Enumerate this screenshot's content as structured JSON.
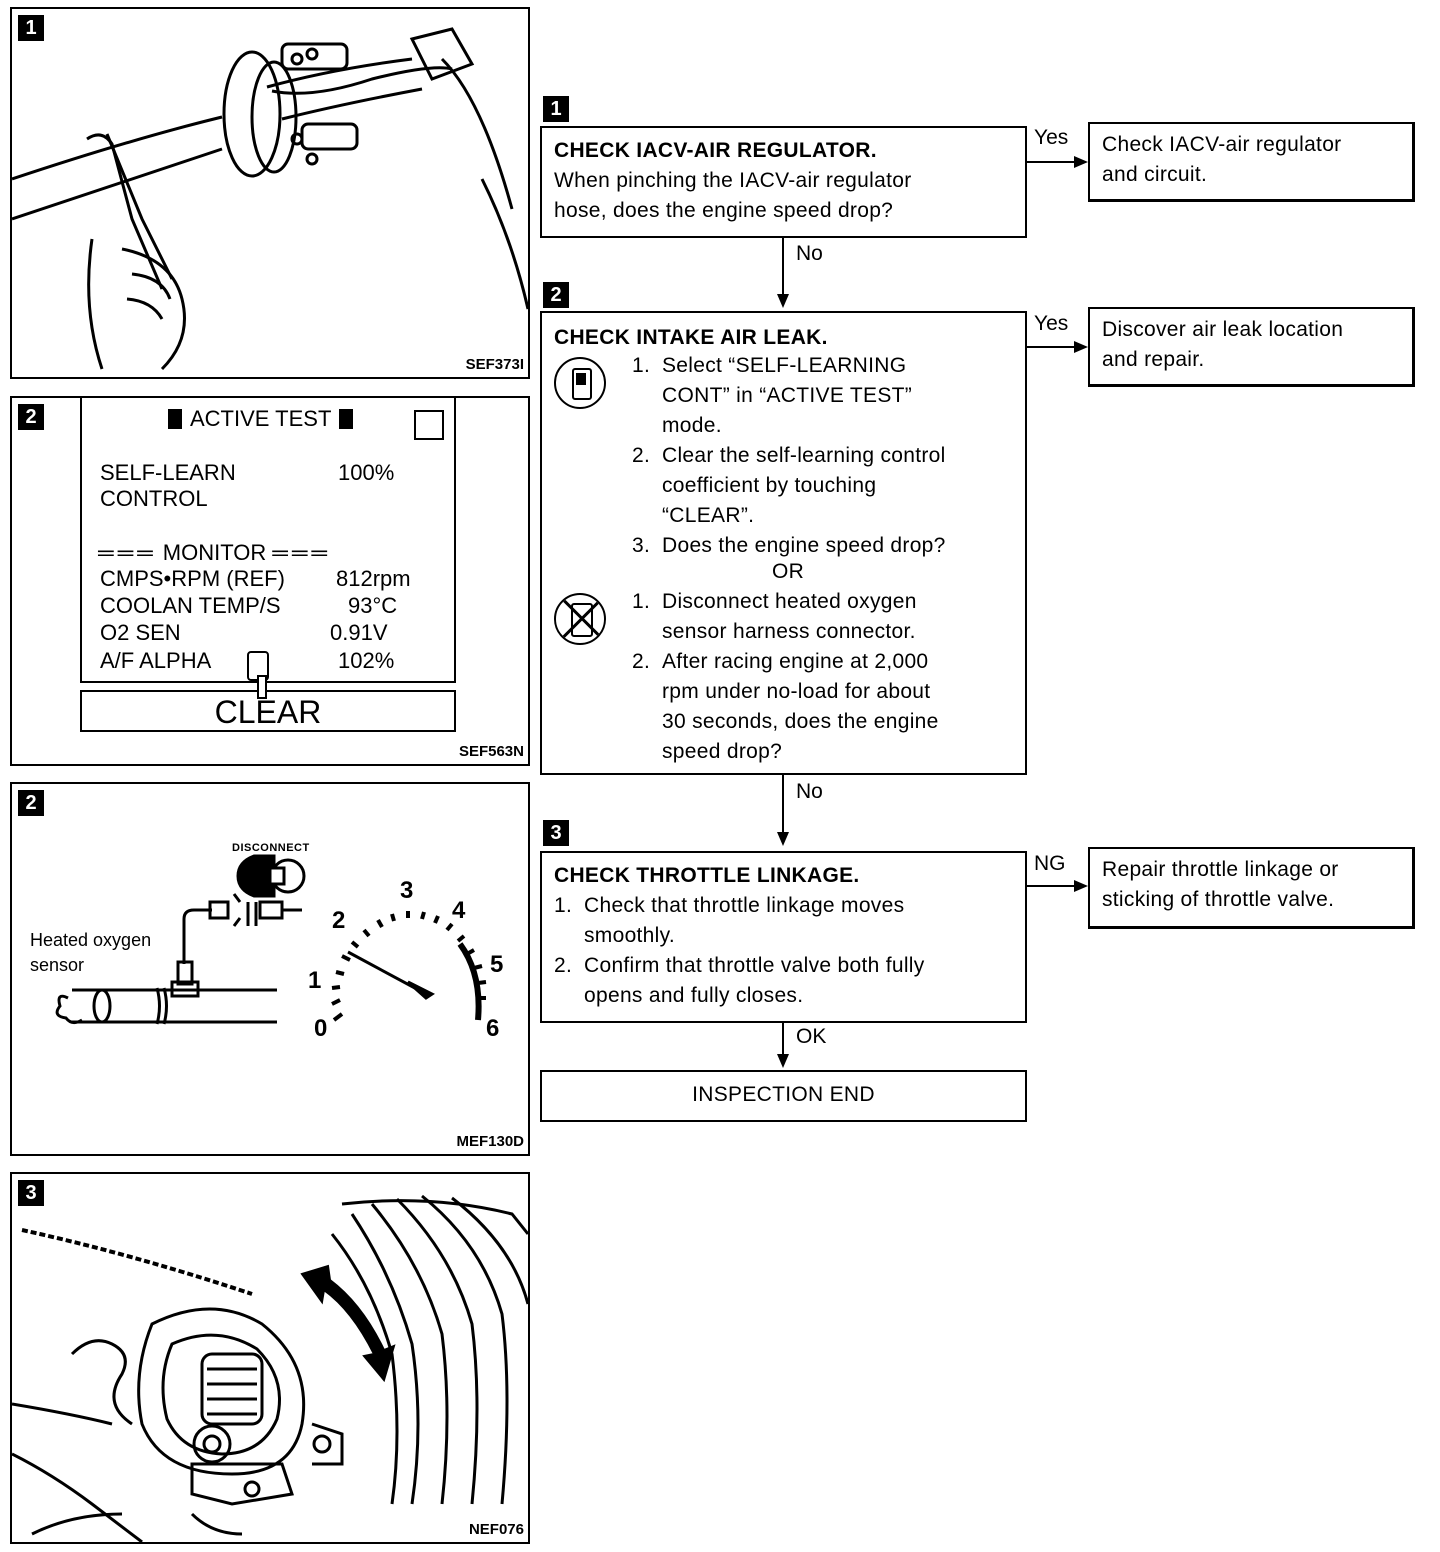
{
  "figures": [
    {
      "tag": "1",
      "code": "SEF373I"
    },
    {
      "tag": "2",
      "code": "SEF563N",
      "screen": {
        "title": "ACTIVE TEST",
        "rows1": [
          {
            "label": "SELF-LEARN",
            "value": "100%"
          },
          {
            "label": "CONTROL",
            "value": ""
          }
        ],
        "monitor": "MONITOR",
        "rows2": [
          {
            "label": "CMPS•RPM (REF)",
            "value": "812rpm"
          },
          {
            "label": "COOLAN TEMP/S",
            "value": "93°C"
          },
          {
            "label": "O2 SEN",
            "value": "0.91V"
          },
          {
            "label": "A/F ALPHA",
            "value": "102%"
          }
        ],
        "button": "CLEAR"
      }
    },
    {
      "tag": "2",
      "code": "MEF130D",
      "disconnect": "DISCONNECT",
      "sensor_line1": "Heated oxygen",
      "sensor_line2": "sensor",
      "gauge_numbers": [
        "0",
        "1",
        "2",
        "3",
        "4",
        "5",
        "6"
      ]
    },
    {
      "tag": "3",
      "code": "NEF076"
    }
  ],
  "flow": {
    "step1": {
      "tag": "1",
      "title": "CHECK IACV-AIR REGULATOR.",
      "line1": "When pinching the IACV-air regulator",
      "line2": "hose, does the engine speed drop?",
      "yes_label": "Yes",
      "yes_result_1": "Check IACV-air regulator",
      "yes_result_2": "and circuit.",
      "no_label": "No"
    },
    "step2": {
      "tag": "2",
      "title": "CHECK INTAKE AIR LEAK.",
      "a_items": [
        {
          "n": "1.",
          "lines": [
            "Select “SELF-LEARNING",
            "CONT” in “ACTIVE TEST”",
            "mode."
          ]
        },
        {
          "n": "2.",
          "lines": [
            "Clear the self-learning control",
            "coefficient by touching",
            "“CLEAR”."
          ]
        },
        {
          "n": "3.",
          "lines": [
            "Does the engine speed drop?"
          ]
        }
      ],
      "or_label": "OR",
      "b_items": [
        {
          "n": "1.",
          "lines": [
            "Disconnect heated oxygen",
            "sensor harness connector."
          ]
        },
        {
          "n": "2.",
          "lines": [
            "After racing engine at 2,000",
            "rpm under no-load for about",
            "30 seconds, does the engine",
            "speed drop?"
          ]
        }
      ],
      "yes_label": "Yes",
      "yes_result_1": "Discover air leak location",
      "yes_result_2": "and repair.",
      "no_label": "No"
    },
    "step3": {
      "tag": "3",
      "title": "CHECK THROTTLE LINKAGE.",
      "items": [
        {
          "n": "1.",
          "lines": [
            "Check that throttle linkage moves",
            "smoothly."
          ]
        },
        {
          "n": "2.",
          "lines": [
            "Confirm that throttle valve both fully",
            "opens and fully closes."
          ]
        }
      ],
      "ng_label": "NG",
      "ng_result_1": "Repair throttle linkage or",
      "ng_result_2": "sticking of throttle valve.",
      "ok_label": "OK"
    },
    "end": "INSPECTION END"
  }
}
